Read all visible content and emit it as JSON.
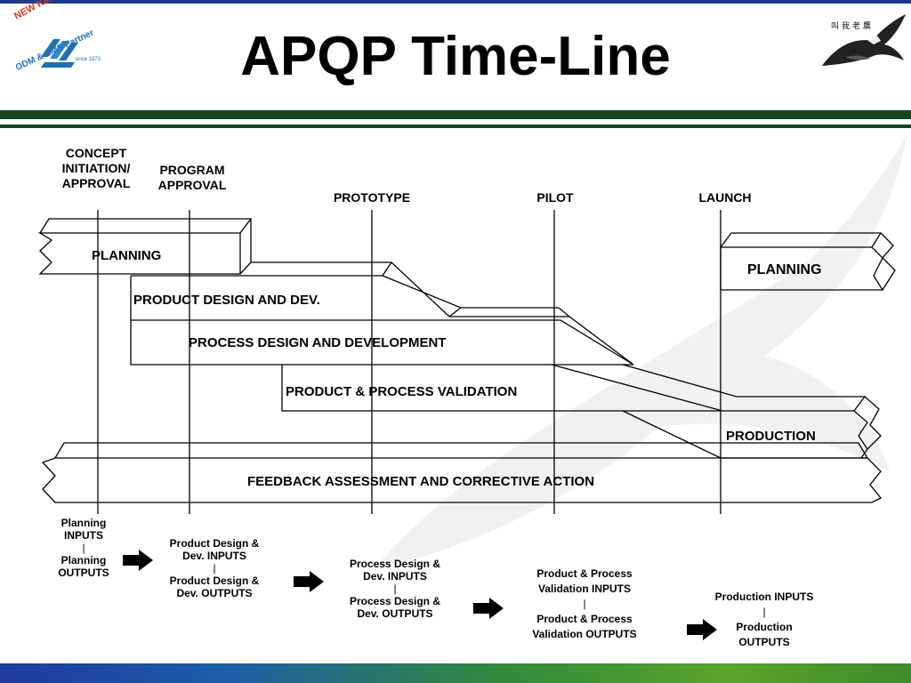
{
  "title": "APQP Time-Line",
  "logo": {
    "top_text": "NEW KINPO VALUE",
    "bottom_text": "ODM & EMS Partner",
    "since": "since 1973"
  },
  "milestones": {
    "concept": [
      "CONCEPT",
      "INITIATION/",
      "APPROVAL"
    ],
    "program": [
      "PROGRAM",
      "APPROVAL"
    ],
    "prototype": "PROTOTYPE",
    "pilot": "PILOT",
    "launch": "LAUNCH"
  },
  "phases": {
    "planning_left": "PLANNING",
    "planning_right": "PLANNING",
    "product_design": "PRODUCT DESIGN AND DEV.",
    "process_design": "PROCESS DESIGN AND DEVELOPMENT",
    "validation": "PRODUCT & PROCESS VALIDATION",
    "production": "PRODUCTION",
    "feedback": "FEEDBACK ASSESSMENT AND CORRECTIVE ACTION"
  },
  "io": [
    {
      "inputs": [
        "Planning",
        "INPUTS"
      ],
      "outputs": [
        "Planning",
        "OUTPUTS"
      ]
    },
    {
      "inputs": [
        "Product Design &",
        "Dev. INPUTS"
      ],
      "outputs": [
        "Product Design &",
        "Dev. OUTPUTS"
      ]
    },
    {
      "inputs": [
        "Process Design &",
        "Dev. INPUTS"
      ],
      "outputs": [
        "Process Design &",
        "Dev. OUTPUTS"
      ]
    },
    {
      "inputs": [
        "Product & Process",
        "Validation INPUTS"
      ],
      "outputs": [
        "Product & Process",
        "Validation OUTPUTS"
      ]
    },
    {
      "inputs": [
        "Production INPUTS"
      ],
      "outputs": [
        "Production",
        "OUTPUTS"
      ]
    }
  ],
  "separator": "|",
  "colors": {
    "top_rule": "#1f3a8a",
    "band": "#16451f",
    "logo_red": "#d23a1f",
    "logo_blue": "#1f6fb3"
  }
}
